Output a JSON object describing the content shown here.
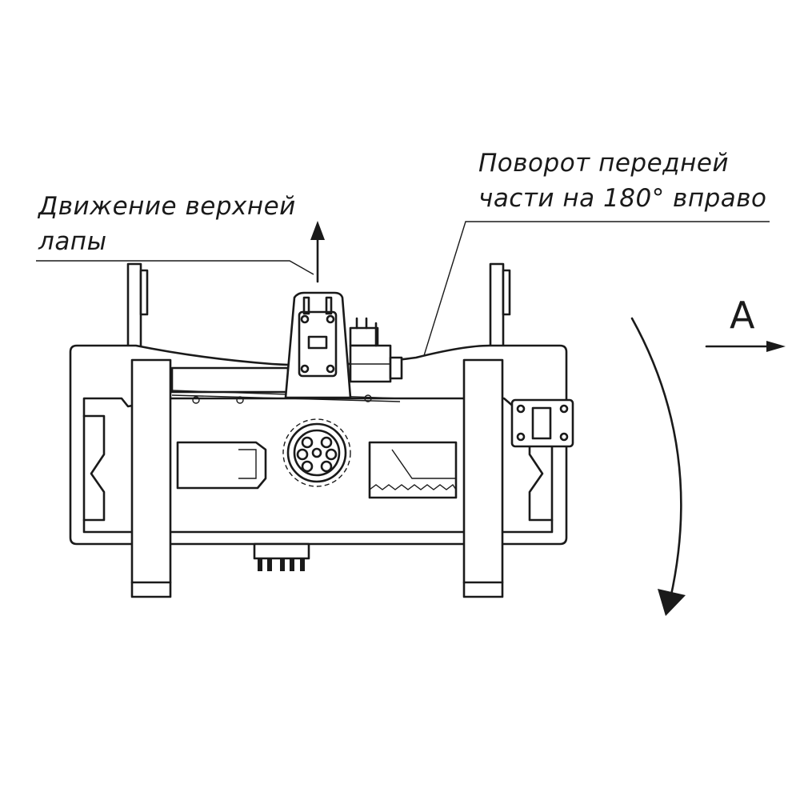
{
  "labels": {
    "upper_paw_line1": "Движение верхней",
    "upper_paw_line2": "лапы",
    "rotation_line1": "Поворот передней",
    "rotation_line2": "части на 180° вправо",
    "view_letter": "А"
  }
}
